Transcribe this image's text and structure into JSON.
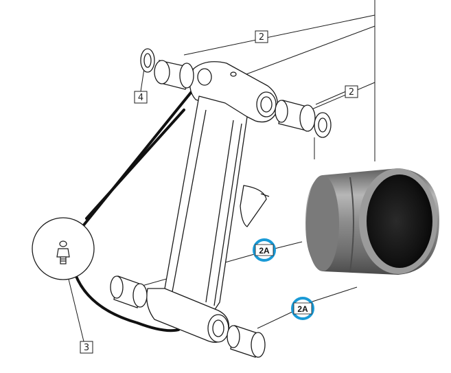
{
  "labels": {
    "top_2": "2",
    "right_2": "2",
    "left_4": "4",
    "bottom_3": "3",
    "callout_mid": "2A",
    "callout_low": "2A"
  },
  "colors": {
    "line": "#1a1a1a",
    "callout_ring": "#1a9ad6",
    "bushing_metal": "#8a8a8a",
    "bushing_inner": "#1c1c1c"
  },
  "icons": {
    "grease_nipple": "grease-fitting-icon",
    "bushing_photo": "bushing-icon"
  }
}
